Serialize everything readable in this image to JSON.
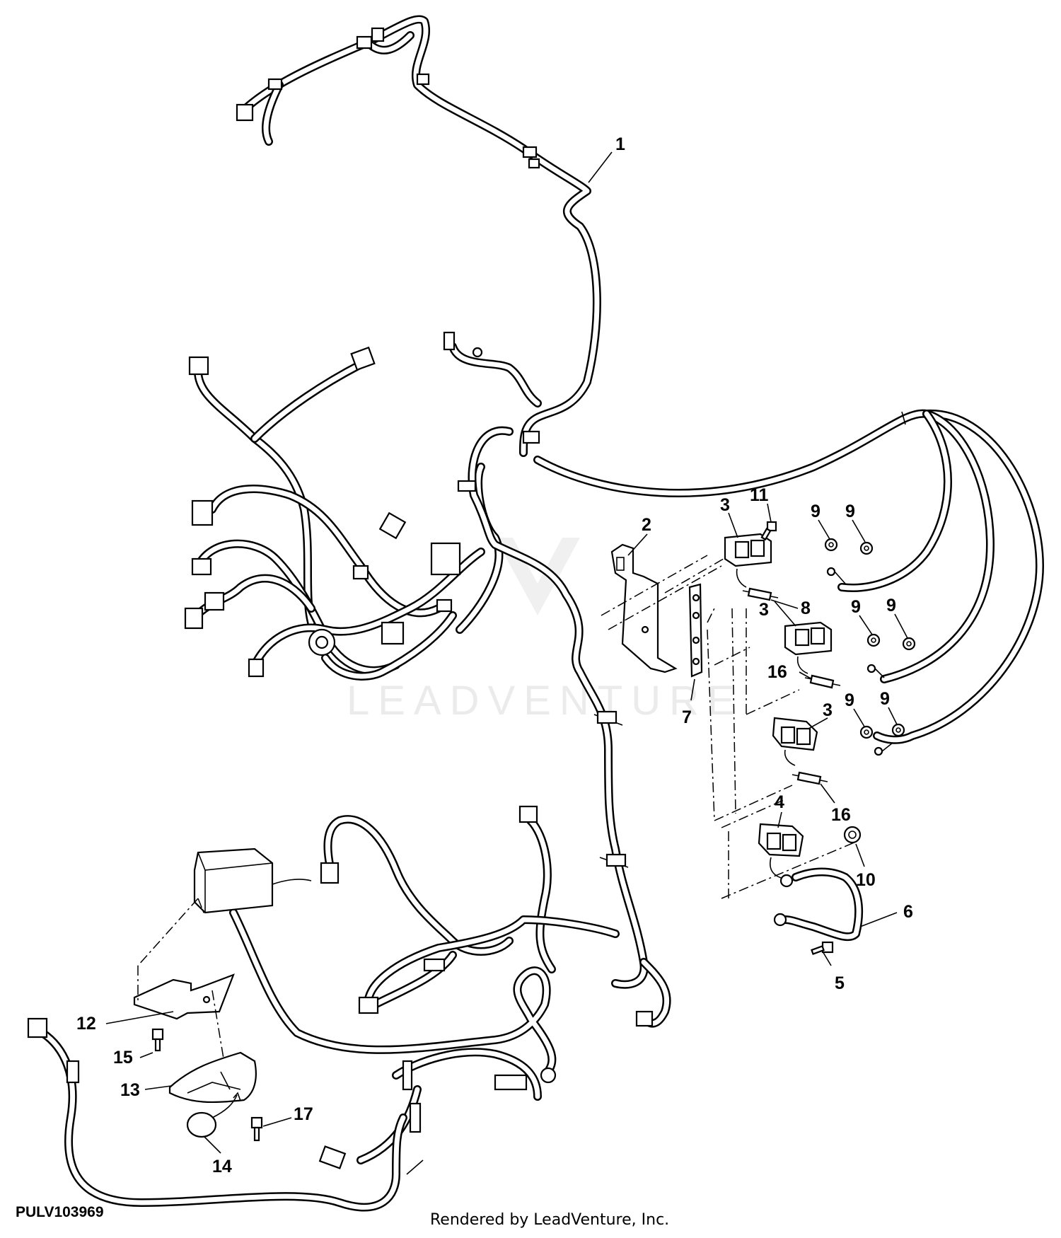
{
  "callouts": [
    "1",
    "2",
    "3",
    "4",
    "5",
    "6",
    "7",
    "8",
    "9",
    "10",
    "11",
    "12",
    "13",
    "14",
    "15",
    "16",
    "17"
  ],
  "watermark": "LEADVENTURE",
  "footer": {
    "image_id": "PULV103969",
    "credit": "Rendered by LeadVenture, Inc."
  }
}
